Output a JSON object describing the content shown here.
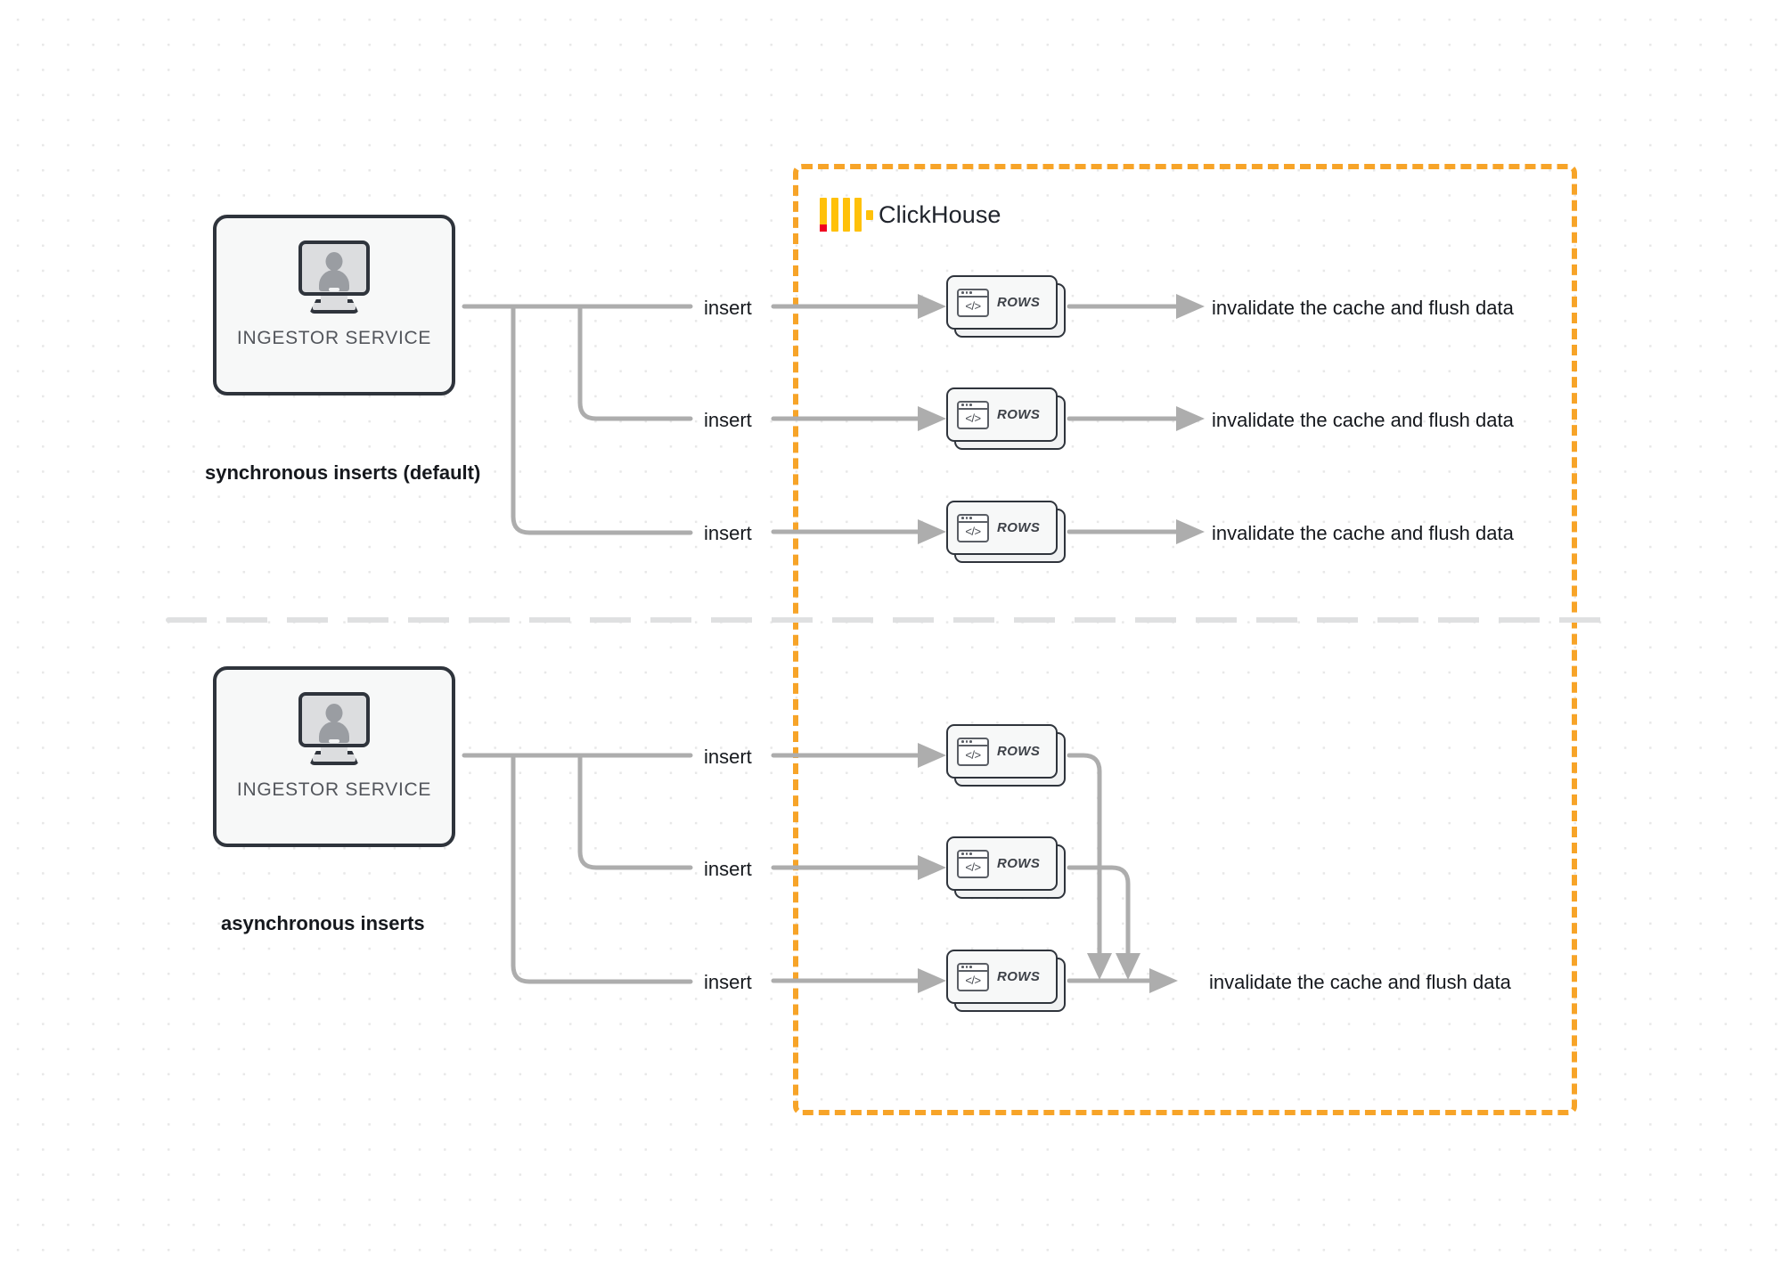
{
  "diagram": {
    "title": "ClickHouse synchronous vs asynchronous inserts",
    "background": "#ffffff",
    "accent_orange": "#f7a428",
    "wire_gray": "#adadad",
    "box_border": "#2f343c"
  },
  "clickhouse_boundary": {
    "label": "ClickHouse",
    "logo_name": "clickhouse-logo",
    "border_style": "dashed",
    "border_color": "#f7a428"
  },
  "sections": [
    {
      "id": "sync",
      "caption": "synchronous inserts (default)",
      "service": {
        "label": "INGESTOR SERVICE",
        "icon": "monitor-user-icon"
      },
      "rows": [
        {
          "card_label": "ROWS",
          "insert_label": "insert",
          "result_label": "invalidate the cache and flush data"
        },
        {
          "card_label": "ROWS",
          "insert_label": "insert",
          "result_label": "invalidate the cache and flush data"
        },
        {
          "card_label": "ROWS",
          "insert_label": "insert",
          "result_label": "invalidate the cache and flush data"
        }
      ]
    },
    {
      "id": "async",
      "caption": "asynchronous inserts",
      "service": {
        "label": "INGESTOR SERVICE",
        "icon": "monitor-user-icon"
      },
      "rows": [
        {
          "card_label": "ROWS",
          "insert_label": "insert"
        },
        {
          "card_label": "ROWS",
          "insert_label": "insert"
        },
        {
          "card_label": "ROWS",
          "insert_label": "insert"
        }
      ],
      "merged_result_label": "invalidate the cache and flush data"
    }
  ],
  "code_glyph": "</>"
}
